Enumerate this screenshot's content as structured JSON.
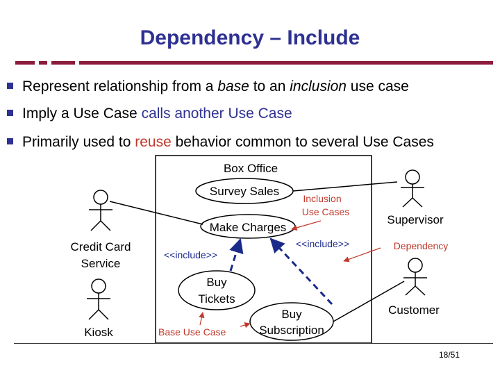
{
  "title": "Dependency – Include",
  "bullets": [
    {
      "pre": "Represent relationship from a ",
      "em1": "base",
      "mid": " to an ",
      "em2": "inclusion",
      "post": " use case"
    },
    {
      "pre": "Imply a Use Case ",
      "hl": "calls another Use Case"
    },
    {
      "pre": "Primarily used to ",
      "hl": "reuse",
      "post": " behavior common to several Use Cases"
    }
  ],
  "diagram": {
    "system_label": "Box Office",
    "use_cases": {
      "survey_sales": "Survey Sales",
      "make_charges": "Make Charges",
      "buy_tickets_1": "Buy",
      "buy_tickets_2": "Tickets",
      "buy_subscription_1": "Buy",
      "buy_subscription_2": "Subscription"
    },
    "actors": {
      "credit_card_1": "Credit Card",
      "credit_card_2": "Service",
      "kiosk": "Kiosk",
      "supervisor": "Supervisor",
      "customer": "Customer"
    },
    "stereotypes": {
      "include_left": "<<include>>",
      "include_right": "<<include>>"
    },
    "annotations": {
      "inclusion_1": "Inclusion",
      "inclusion_2": "Use Cases",
      "dependency": "Dependency",
      "base_use_case": "Base Use Case"
    },
    "colors": {
      "include_arrow": "#1a2a8a",
      "annotation": "#c0392b",
      "title": "#2e3192"
    }
  },
  "page_number": "18/51"
}
